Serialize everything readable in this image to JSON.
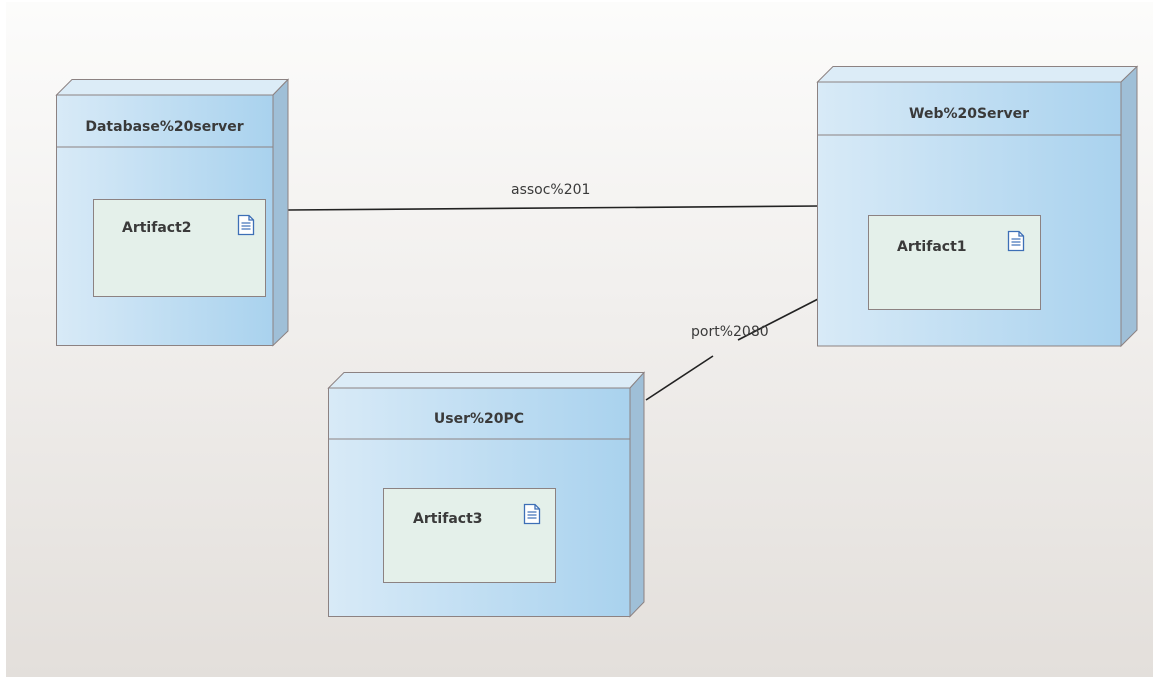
{
  "diagram": {
    "nodes": {
      "database_server": {
        "title": "Database%20server",
        "artifact": "Artifact2"
      },
      "web_server": {
        "title": "Web%20Server",
        "artifact": "Artifact1"
      },
      "user_pc": {
        "title": "User%20PC",
        "artifact": "Artifact3"
      }
    },
    "connectors": {
      "assoc": {
        "label": "assoc%201",
        "from": "Database%20server",
        "to": "Web%20Server"
      },
      "port": {
        "label": "port%2080",
        "from": "User%20PC",
        "to": "Web%20Server"
      }
    }
  },
  "colors": {
    "node_fill_light": "#d8eaf7",
    "node_fill_dark": "#a9d2ee",
    "node_side": "#9fbfd7",
    "node_top": "#dcecf7",
    "border": "#8c8282",
    "artifact_fill": "#e4f0ea",
    "connector": "#222222"
  },
  "icons": {
    "artifact": "document-icon"
  }
}
